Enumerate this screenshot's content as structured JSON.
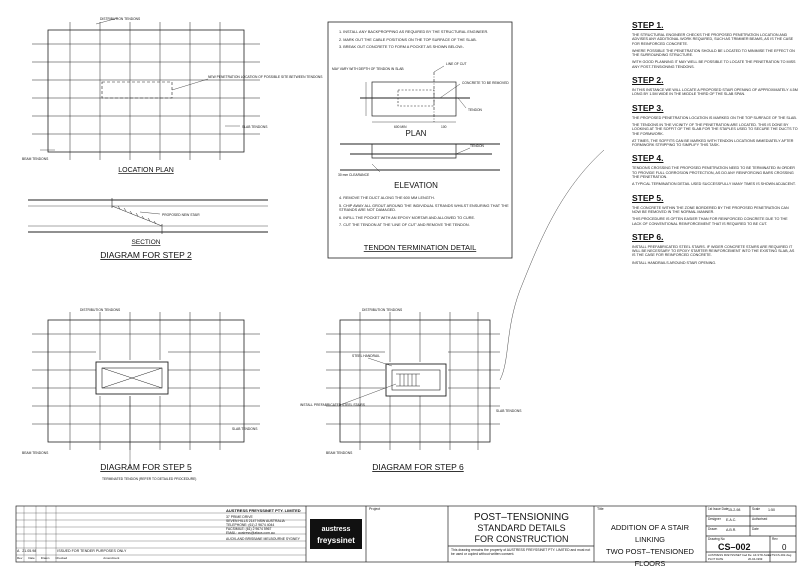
{
  "steps": [
    {
      "title": "STEP 1.",
      "paragraphs": [
        "THE STRUCTURAL ENGINEER CHECKS THE PROPOSED PENETRATION LOCATION AND ADVISES ANY ADDITIONAL WORK REQUIRED, SUCH AS TRIMMER BEAMS, AS IS THE CASE FOR REINFORCED CONCRETE.",
        "WHERE POSSIBLE THE PENETRATION SHOULD BE LOCATED TO MINIMISE THE EFFECT ON THE SURROUNDING STRUCTURE.",
        "WITH GOOD PLANNING IT MAY WELL BE POSSIBLE TO LOCATE THE PENETRATION TO MISS ANY POST-TENSIONING TENDONS."
      ]
    },
    {
      "title": "STEP 2.",
      "paragraphs": [
        "IN THIS INSTANCE WE WILL LOCATE A PROPOSED STAIR OPENING OF APPROXIMATELY 4.5m LONG BY 1.5m WIDE IN THE MIDDLE THIRD OF THE SLAB SPAN."
      ]
    },
    {
      "title": "STEP 3.",
      "paragraphs": [
        "THE PROPOSED PENETRATION LOCATION IS MARKED ON THE TOP SURFACE OF THE SLAB.",
        "THE TENDONS IN THE VICINITY OF THE PENETRATION ARE LOCATED. THIS IS DONE BY LOOKING AT THE SOFFIT OF THE SLAB FOR THE STAPLES USED TO SECURE THE DUCTS TO THE FORMWORK.",
        "AT TIMES, THE SOFFITS CAN BE MARKED WITH TENDON LOCATIONS IMMEDIATELY AFTER FORMWORK STRIPPING TO SIMPLIFY THIS TASK."
      ]
    },
    {
      "title": "STEP 4.",
      "paragraphs": [
        "TENDONS CROSSING THE PROPOSED PENETRATION NEED TO BE TERMINATED IN ORDER TO PROVIDE FULL CORROSION PROTECTION, AS DO ANY REINFORCING BARS CROSSING THE PENETRATION.",
        "A TYPICAL TERMINATION DETAIL USED SUCCESSFULLY MANY TIMES IS SHOWN ADJACENT."
      ]
    },
    {
      "title": "STEP 5.",
      "paragraphs": [
        "THE CONCRETE WITHIN THE ZONE BORDERED BY THE PROPOSED PENETRATION CAN NOW BE REMOVED IN THE NORMAL MANNER.",
        "THIS PROCEDURE IS OFTEN EASIER THAN FOR REINFORCED CONCRETE DUE TO THE LACK OF CONVENTIONAL REINFORCEMENT THAT IS REQUIRED TO BE CUT."
      ]
    },
    {
      "title": "STEP 6.",
      "paragraphs": [
        "INSTALL PREFABRICATED STEEL STAIRS. IF WIDER CONCRETE STAIRS ARE REQUIRED IT WILL BE NECESSARY TO EPOXY STARTER REINFORCEMENT INTO THE EXISTING SLAB, AS IS THE CASE FOR REINFORCED CONCRETE.",
        "INSTALL HANDRAILS AROUND STAIR OPENING."
      ]
    }
  ],
  "labels": {
    "location_plan": "LOCATION PLAN",
    "section": "SECTION",
    "diagram2": "DIAGRAM FOR STEP 2",
    "diagram5": "DIAGRAM FOR STEP 5",
    "diagram6": "DIAGRAM FOR STEP 6",
    "plan": "PLAN",
    "elevation": "ELEVATION",
    "tendon_detail": "TENDON TERMINATION DETAIL",
    "distribution_tendons": "DISTRIBUTION TENDONS",
    "slab_tendons": "SLAB TENDONS",
    "beam_tendons": "BEAM TENDONS",
    "new_penetration": "NEW PENETRATION LOCATION OF POSSIBLE SITE BETWEEN TENDONS",
    "proposed_stair": "PROPOSED NEW STAIR",
    "terminated_tendon": "TERMINATED TENDON (REFER TO DETAILED PROCEDURE)",
    "steel_handrail": "STEEL HANDRAIL",
    "prefab_stairs": "INSTALL PREFABRICATED STEEL STAIRS",
    "line_of_cut": "LINE OF CUT",
    "concrete_removed": "CONCRETE TO BE REMOVED",
    "tendon": "TENDON",
    "depth_note": "MAY VARY WITH DEPTH OF TENDON IN SLAB",
    "dim_600": "600 MIN",
    "dim_100": "100",
    "clearance": "30 mm CLEARANCE"
  },
  "notes_top": [
    "1. INSTALL ANY BACKPROPPING AS REQUIRED BY THE STRUCTURAL ENGINEER.",
    "2. MARK OUT THE CABLE POSITIONS ON THE TOP SURFACE OF THE SLAB.",
    "3. BREAK OUT CONCRETE TO FORM A POCKET AS SHOWN BELOW:-"
  ],
  "notes_bottom": [
    "4. REMOVE THE DUCT ALONG THE 600 mm LENGTH.",
    "5. CHIP AWAY ALL GROUT AROUND THE INDIVIDUAL STRANDS WHILST ENSURING THAT THE STRANDS ARE NOT DAMAGED.",
    "6. INFILL THE POCKET WITH AN EPOXY MORTAR AND ALLOWED TO CURE.",
    "7. CUT THE TENDON AT THE 'LINE OF CUT' AND REMOVE THE TENDON."
  ],
  "titleblock": {
    "company": "AUSTRESS FREYSSINET PTY. LIMITED",
    "address": [
      "37 PRIME DRIVE",
      "SEVEN HILLS   2147   NSW   AUSTRALIA",
      "TELEPHONE:  (61)  2 9674 4044",
      "FACSIMILE:  (61)  2 9674 5967",
      "EMAIL:  austress@afaus.com.au",
      "AUCKLAND  BRISBANE  MELBOURNE  SYDNEY"
    ],
    "logo_top": "austress",
    "logo_bottom": "freyssinet",
    "project_label": "Project",
    "project_lines": [
      "POST–TENSIONING",
      "STANDARD DETAILS",
      "FOR CONSTRUCTION"
    ],
    "copyright": "This drawing remains the property of AUSTRESS FREYSSINET PTY. LIMITED and must not be used or copied without written consent.",
    "title_label": "Title",
    "title_lines": [
      "ADDITION OF A STAIR LINKING",
      "TWO POST–TENSIONED FLOORS"
    ],
    "rev_note": "ISSUED FOR TENDER PURPOSES ONLY",
    "rev_id": "A",
    "rev_date": "21.05.98",
    "rev_headers": [
      "Rev",
      "Date",
      "Drawn",
      "Checked",
      "Amendment"
    ],
    "first_issue": "1st Issue Date",
    "first_issue_val": "15-2-98",
    "scale_label": "Scale",
    "scale_val": "1:50",
    "designer_label": "Designer",
    "designer_val": "E.A.C.",
    "checked_label": "Authorised",
    "drawn_label": "Drawn",
    "drawn_val": "A.B.R.",
    "date_label": "Date",
    "drawing_no_label": "Drawing No",
    "drawing_no": "CS–002",
    "rev_label": "Rev",
    "rev_val": "0",
    "footer_left": "AUSTRESS FREYSSINET",
    "footer_plot": "PLOT DATE",
    "footer_file": "Cad file: AF-STD-SHEETS/CS-002.dwg",
    "footer_date": "20-04-1999"
  }
}
